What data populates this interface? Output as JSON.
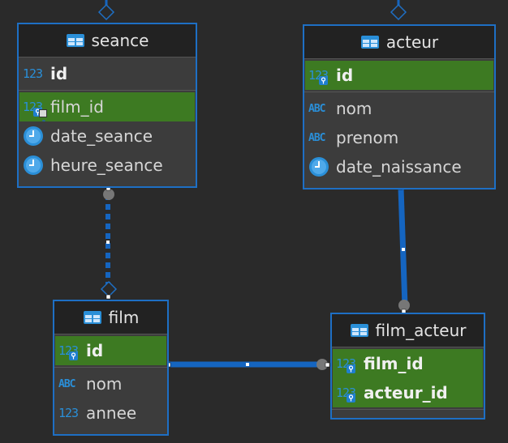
{
  "theme": {
    "background": "#2a2a2a",
    "entity_border": "#1e6fc4",
    "pk_fill": "#3d7a22",
    "link": "#1565c0"
  },
  "entities": {
    "seance": {
      "name": "seance",
      "pk": [
        {
          "name": "id",
          "type_icon": "numeric-icon"
        }
      ],
      "columns": [
        {
          "name": "film_id",
          "type_icon": "numeric-icon",
          "fk": true
        },
        {
          "name": "date_seance",
          "type_icon": "clock-icon"
        },
        {
          "name": "heure_seance",
          "type_icon": "clock-icon"
        }
      ]
    },
    "acteur": {
      "name": "acteur",
      "pk": [
        {
          "name": "id",
          "type_icon": "numeric-icon"
        }
      ],
      "columns": [
        {
          "name": "nom",
          "type_icon": "text-icon"
        },
        {
          "name": "prenom",
          "type_icon": "text-icon"
        },
        {
          "name": "date_naissance",
          "type_icon": "clock-icon"
        }
      ]
    },
    "film": {
      "name": "film",
      "pk": [
        {
          "name": "id",
          "type_icon": "numeric-icon"
        }
      ],
      "columns": [
        {
          "name": "nom",
          "type_icon": "text-icon"
        },
        {
          "name": "annee",
          "type_icon": "numeric-icon"
        }
      ]
    },
    "film_acteur": {
      "name": "film_acteur",
      "pk": [
        {
          "name": "film_id",
          "type_icon": "numeric-icon"
        },
        {
          "name": "acteur_id",
          "type_icon": "numeric-icon"
        }
      ],
      "columns": []
    }
  },
  "icon_text": {
    "numeric": "123",
    "text": "ABC"
  },
  "relations": [
    {
      "from": "seance",
      "to": "film",
      "style": "dashed"
    },
    {
      "from": "film_acteur",
      "to": "acteur",
      "style": "solid"
    },
    {
      "from": "film_acteur",
      "to": "film",
      "style": "solid"
    }
  ]
}
